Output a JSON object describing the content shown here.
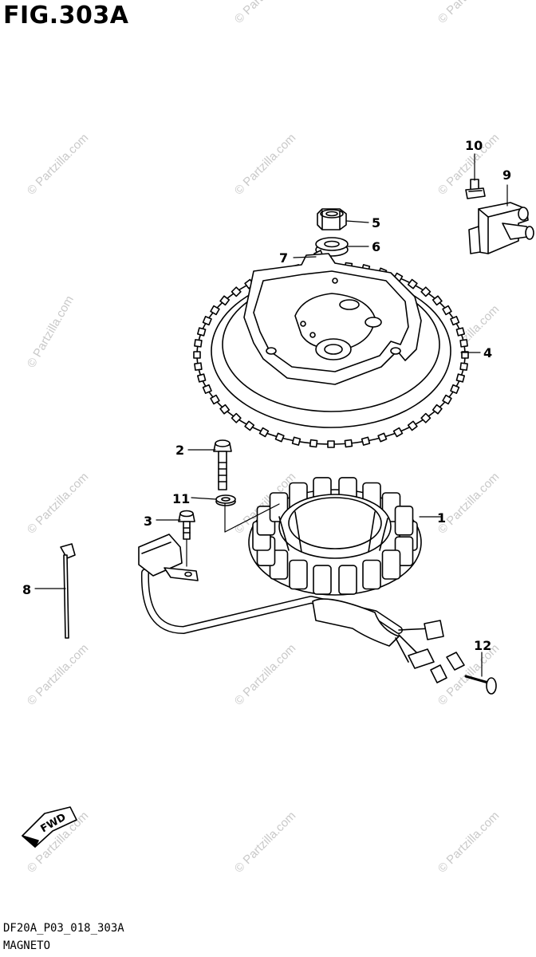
{
  "figure": {
    "title": "FIG.303A",
    "code": "DF20A_P03_018_303A",
    "name": "MAGNETO"
  },
  "watermark": {
    "text": "© Partzilla.com",
    "color": "#c9c9c9"
  },
  "fwd_label": "FWD",
  "callouts": [
    {
      "number": "1"
    },
    {
      "number": "2"
    },
    {
      "number": "3"
    },
    {
      "number": "4"
    },
    {
      "number": "5"
    },
    {
      "number": "6"
    },
    {
      "number": "7"
    },
    {
      "number": "8"
    },
    {
      "number": "9"
    },
    {
      "number": "10"
    },
    {
      "number": "11"
    },
    {
      "number": "12"
    }
  ]
}
